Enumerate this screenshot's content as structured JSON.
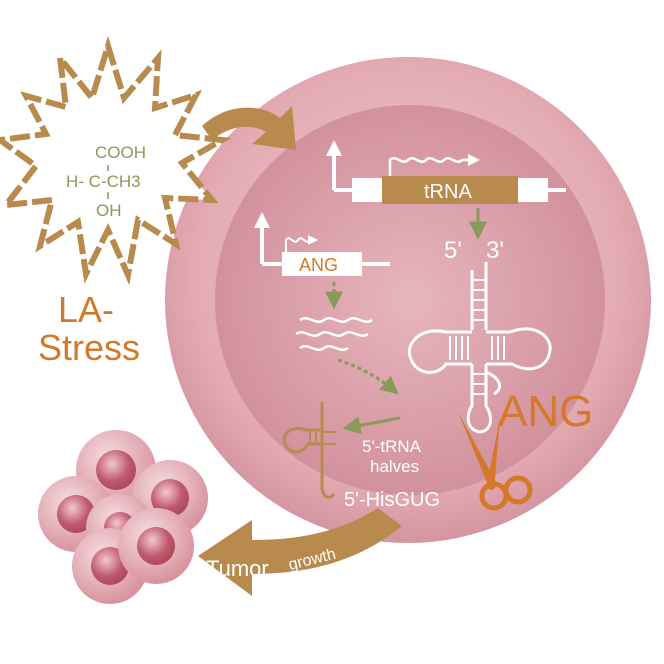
{
  "molecule": {
    "line1": "COOH",
    "line2": "H- C-CH3",
    "line3": "OH"
  },
  "stress_label": {
    "line1": "LA-",
    "line2": "Stress"
  },
  "genes": {
    "trna": "tRNA",
    "ang": "ANG"
  },
  "trna_ends": {
    "five_prime": "5'",
    "three_prime": "3'"
  },
  "ang_enzyme": "ANG",
  "products": {
    "halves_line1": "5'-tRNA",
    "halves_line2": "halves",
    "his_gug": "5'-HisGUG"
  },
  "outcome": {
    "word1": "Tumor",
    "word2": "growth"
  },
  "colors": {
    "brown": "#b88a4e",
    "orange": "#d4782a",
    "olive": "#8a9a5b",
    "cell": "#e6b2b9",
    "nucleus": "#d89aa3",
    "white": "#ffffff"
  }
}
